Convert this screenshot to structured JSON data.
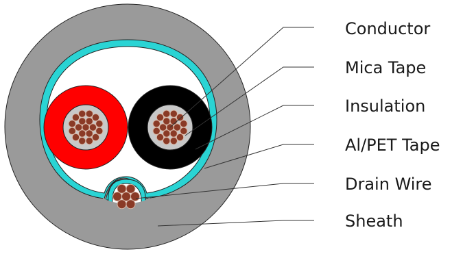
{
  "labels": {
    "conductor": "Conductor",
    "mica_tape": "Mica Tape",
    "insulation": "Insulation",
    "al_pet_tape": "Al/PET Tape",
    "drain_wire": "Drain Wire",
    "sheath": "Sheath"
  },
  "colors": {
    "sheath": "#9a9a9a",
    "al_pet_tape": "#2ad4d4",
    "filler": "#ffffff",
    "insulation_core_1": "#ff0000",
    "insulation_core_2": "#000000",
    "mica_tape": "#c8c8c8",
    "conductor": "#8a3a26",
    "outline": "#222222"
  }
}
